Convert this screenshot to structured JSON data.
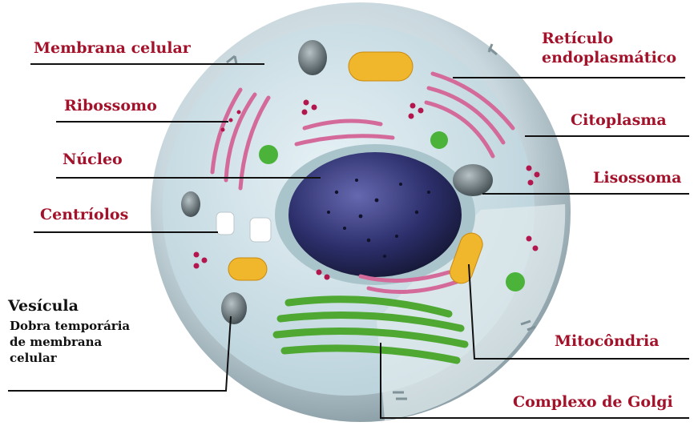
{
  "labels": {
    "membrana_celular": "Membrana celular",
    "ribossomo": "Ribossomo",
    "nucleo": "Núcleo",
    "centriolos": "Centríolos",
    "vesicula": "Vesícula",
    "dobra_line1": "Dobra temporária",
    "dobra_line2": "de membrana",
    "dobra_line3": "celular",
    "reticulo_line1": "Retículo",
    "reticulo_line2": "endoplasmático",
    "citoplasma": "Citoplasma",
    "lisossoma": "Lisossoma",
    "mitocondria": "Mitocôndria",
    "complexo_golgi": "Complexo de Golgi"
  },
  "colors": {
    "label_red": "#a3122a",
    "label_black": "#111111",
    "cytoplasm": "#cfe3ea",
    "nucleus": "#2c2f6b",
    "er": "#d46a9a",
    "golgi": "#4ea832",
    "mitochondria": "#f0b62c"
  }
}
